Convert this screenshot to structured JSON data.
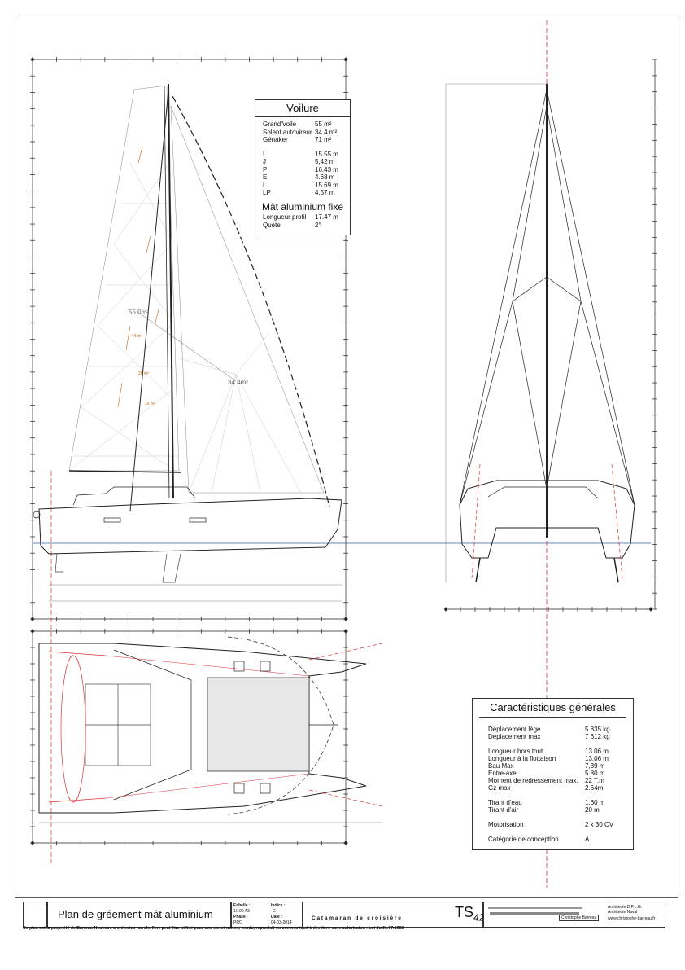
{
  "voilure": {
    "title": "Voilure",
    "sails": [
      {
        "label": "Grand'Voile",
        "value": "55 m²"
      },
      {
        "label": "Solent autovireur",
        "value": "34.4 m²"
      },
      {
        "label": "Génaker",
        "value": "71 m²"
      }
    ],
    "dims": [
      {
        "label": "I",
        "value": "15.55 m"
      },
      {
        "label": "J",
        "value": "5,42 m"
      },
      {
        "label": "P",
        "value": "16.43 m"
      },
      {
        "label": "E",
        "value": "4.68 m"
      },
      {
        "label": "L",
        "value": "15.69 m"
      },
      {
        "label": "LP",
        "value": "4,57 m"
      }
    ],
    "mast_title": "Mât aluminium fixe",
    "mast": [
      {
        "label": "Longueur profil",
        "value": "17.47 m"
      },
      {
        "label": "Quète",
        "value": "2°"
      }
    ]
  },
  "sail_labels": {
    "main": "55.0m²",
    "jib": "34.4m²",
    "reef1": "44 m²",
    "reef2": "28 m²",
    "reef3": "16 m²"
  },
  "caracteristiques": {
    "title": "Caractéristiques générales",
    "groups": [
      [
        {
          "label": "Déplacement lège",
          "value": "5 835 kg"
        },
        {
          "label": "Déplacement max",
          "value": "7 612 kg"
        }
      ],
      [
        {
          "label": "Longueur hors tout",
          "value": "13.06 m"
        },
        {
          "label": "Longueur à la flottaison",
          "value": "13.06 m"
        },
        {
          "label": "Bau Max",
          "value": "7,39 m"
        },
        {
          "label": "Entre-axe",
          "value": "5.80 m"
        },
        {
          "label": "Moment de redressement max.",
          "value": "22 T.m"
        },
        {
          "label": "Gz max",
          "value": "2.64m"
        }
      ],
      [
        {
          "label": "Tirant d'eau",
          "value": "1.60 m"
        },
        {
          "label": "Tirant d'air",
          "value": "20 m"
        }
      ],
      [
        {
          "label": "Motorisation",
          "value": "2 x 30 CV"
        }
      ],
      [
        {
          "label": "Catégorie de conception",
          "value": "A"
        }
      ]
    ]
  },
  "title_block": {
    "plan_title": "Plan de gréement mât aluminium",
    "echelle_label": "Echelle :",
    "echelle": "1/100 A3",
    "indice_label": "Indice :",
    "indice": "G",
    "phase_label": "Phase :",
    "phase": "PRO",
    "date_label": "Date :",
    "date": "04-03-2014",
    "project": "C a t a m a r a n   d e   c r o i s i è r e",
    "model": "TS",
    "model_sub": "42",
    "architect": "Christophe Barreau",
    "architect_title": "Architecte D.P.L.G. Architecte Naval",
    "website": "www.christophe-barreau.fr"
  },
  "footer": "Ce plan est la propriété de Barreau-Neuman, architectes navals. Il ne peut être utilisé pour une construction, vendu, reproduit ou communiqué à des tiers sans autorisaton . Loi du 01.07.1992",
  "colors": {
    "accent_red": "#d83030",
    "waterline": "#3060b0",
    "sail_orange": "#c06010"
  }
}
